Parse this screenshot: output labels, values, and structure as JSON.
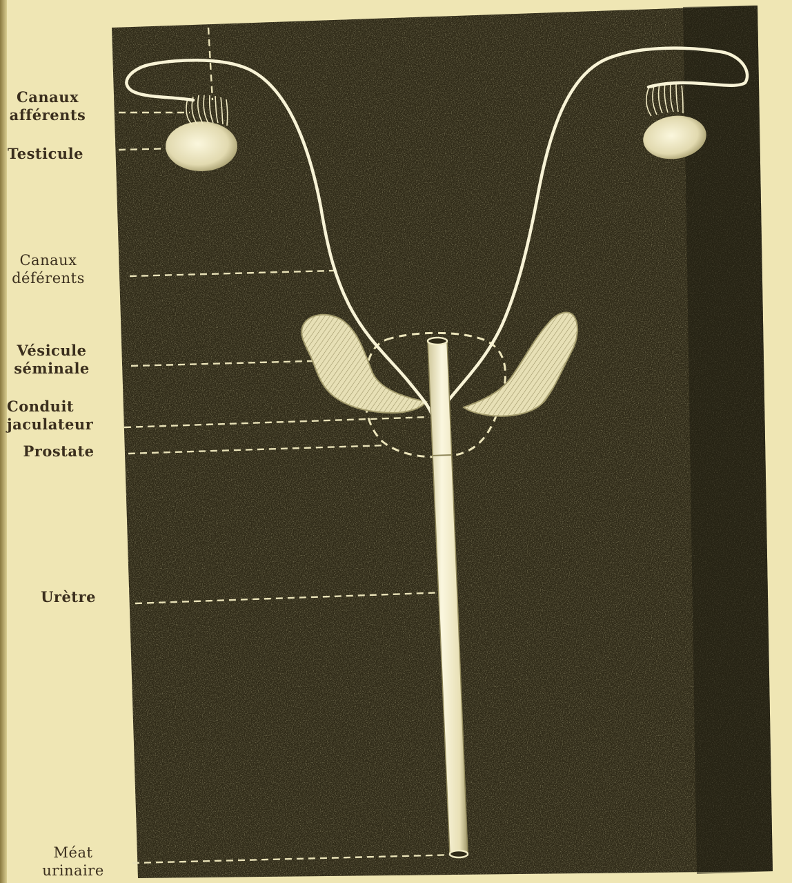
{
  "labels": {
    "canaux_afferents": [
      "Canaux",
      "afférents"
    ],
    "testicule": [
      "Testicule"
    ],
    "canaux_deferents": [
      "Canaux",
      "déférents"
    ],
    "vesicule_seminale": [
      "Vésicule",
      "séminale"
    ],
    "conduit_ejaculateur": [
      "Conduit",
      "jaculateur"
    ],
    "prostate": [
      "Prostate"
    ],
    "uretre": [
      "Urètre"
    ],
    "meat_urinaire": [
      "Méat",
      "urinaire"
    ]
  },
  "colors": {
    "paper": "#efe6b4",
    "plate": "#2f2a18",
    "plate_speckle": "#6b6338",
    "drawing": "#f4efcf",
    "label_text": "#3b2f1e"
  }
}
